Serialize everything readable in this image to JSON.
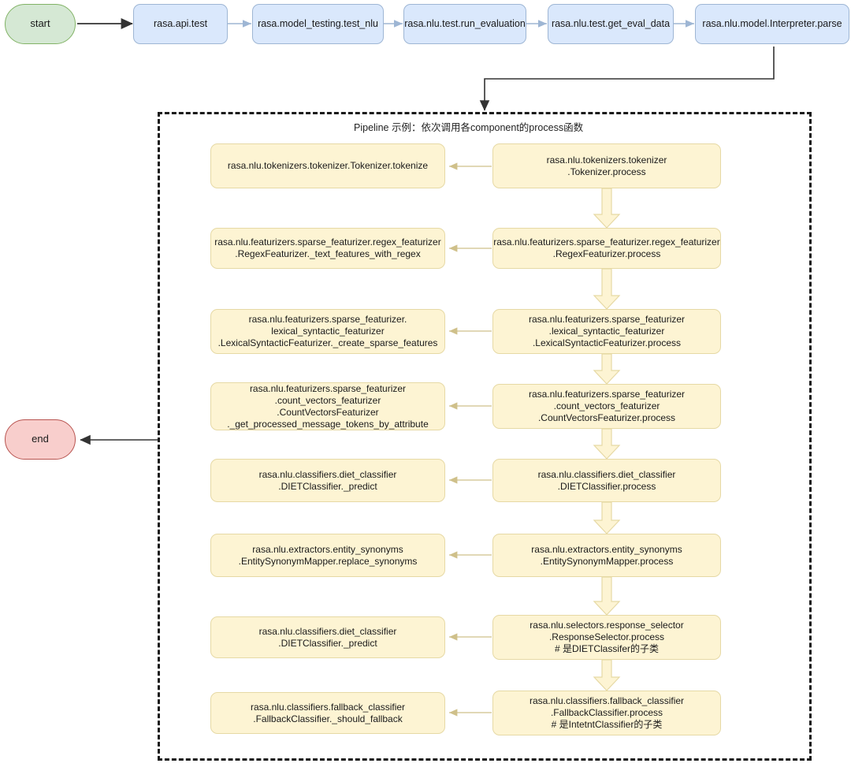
{
  "diagram": {
    "title": "Rasa NLU evaluation call flow",
    "colors": {
      "start_fill": "#d5e8d4",
      "start_stroke": "#82b366",
      "end_fill": "#f8cecc",
      "end_stroke": "#b85450",
      "call_fill": "#dae8fc",
      "call_stroke": "#9eb6d4",
      "pipeline_fill": "#fdf4d3",
      "pipeline_stroke": "#e6d9a5",
      "container_stroke": "#1a1a1a",
      "edge_dark": "#333333",
      "edge_light": "#9eb6d4",
      "edge_yellow": "#d6c88a"
    }
  },
  "terminators": {
    "start": "start",
    "end": "end"
  },
  "call_chain": [
    {
      "label": "rasa.api.test"
    },
    {
      "label": "rasa.model_testing.test_nlu"
    },
    {
      "label": "rasa.nlu.test.run_evaluation"
    },
    {
      "label": "rasa.nlu.test.get_eval_data"
    },
    {
      "label": "rasa.nlu.model.Interpreter.parse"
    }
  ],
  "pipeline": {
    "title": "Pipeline 示例：依次调用各component的process函数",
    "rows": [
      {
        "process": "rasa.nlu.tokenizers.tokenizer\n.Tokenizer.process",
        "detail": "rasa.nlu.tokenizers.tokenizer.Tokenizer.tokenize"
      },
      {
        "process": "rasa.nlu.featurizers.sparse_featurizer.regex_featurizer\n.RegexFeaturizer.process",
        "detail": "rasa.nlu.featurizers.sparse_featurizer.regex_featurizer\n.RegexFeaturizer._text_features_with_regex"
      },
      {
        "process": "rasa.nlu.featurizers.sparse_featurizer\n.lexical_syntactic_featurizer\n.LexicalSyntacticFeaturizer.process",
        "detail": "rasa.nlu.featurizers.sparse_featurizer.\nlexical_syntactic_featurizer\n.LexicalSyntacticFeaturizer._create_sparse_features"
      },
      {
        "process": "rasa.nlu.featurizers.sparse_featurizer\n.count_vectors_featurizer\n.CountVectorsFeaturizer.process",
        "detail": "rasa.nlu.featurizers.sparse_featurizer\n.count_vectors_featurizer\n.CountVectorsFeaturizer\n._get_processed_message_tokens_by_attribute"
      },
      {
        "process": "rasa.nlu.classifiers.diet_classifier\n.DIETClassifier.process",
        "detail": "rasa.nlu.classifiers.diet_classifier\n.DIETClassifier._predict"
      },
      {
        "process": "rasa.nlu.extractors.entity_synonyms\n.EntitySynonymMapper.process",
        "detail": "rasa.nlu.extractors.entity_synonyms\n.EntitySynonymMapper.replace_synonyms"
      },
      {
        "process": "rasa.nlu.selectors.response_selector\n.ResponseSelector.process\n# 是DIETClassifer的子类",
        "detail": "rasa.nlu.classifiers.diet_classifier\n.DIETClassifier._predict"
      },
      {
        "process": "rasa.nlu.classifiers.fallback_classifier\n.FallbackClassifier.process\n# 是IntetntClassifier的子类",
        "detail": "rasa.nlu.classifiers.fallback_classifier\n.FallbackClassifier._should_fallback"
      }
    ]
  }
}
